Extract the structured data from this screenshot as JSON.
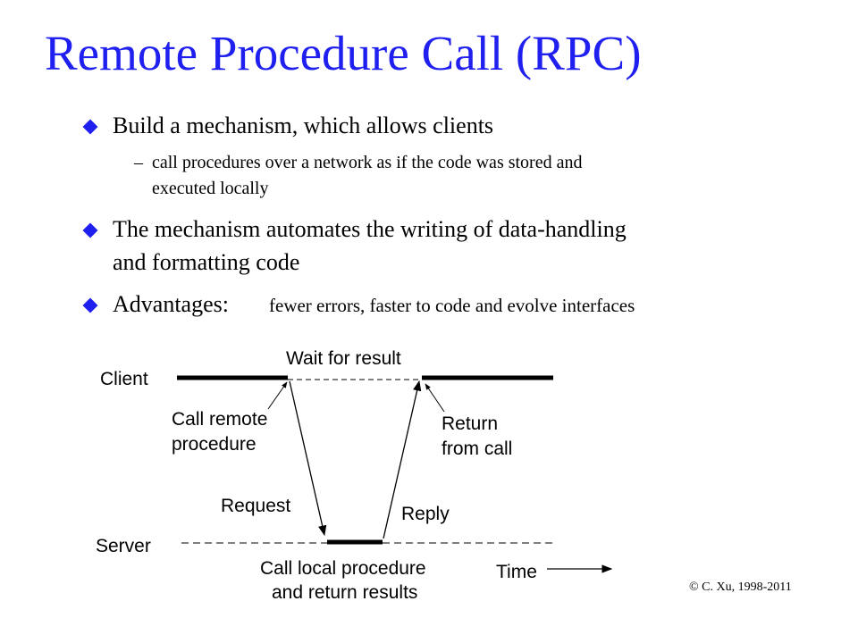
{
  "title": "Remote Procedure Call (RPC)",
  "bullets": [
    {
      "text": "Build a mechanism, which allows clients",
      "sub": [
        "call procedures over a network as if the code was stored and",
        "executed locally"
      ]
    },
    {
      "text": "The mechanism automates the writing of data-handling",
      "text2": "and formatting code"
    },
    {
      "label": "Advantages:",
      "detail": "fewer errors,  faster to code and evolve interfaces"
    }
  ],
  "sub_dash": "–",
  "diagram": {
    "client": "Client",
    "server": "Server",
    "wait": "Wait for result",
    "call_remote": [
      "Call remote",
      "procedure"
    ],
    "return_call": [
      "Return",
      "from call"
    ],
    "request": "Request",
    "reply": "Reply",
    "call_local": [
      "Call local procedure",
      "and return results"
    ],
    "time": "Time"
  },
  "copyright": "© C. Xu, 1998-2011",
  "colors": {
    "title": "#1f1ff0",
    "bullet": "#1f1ff0"
  }
}
